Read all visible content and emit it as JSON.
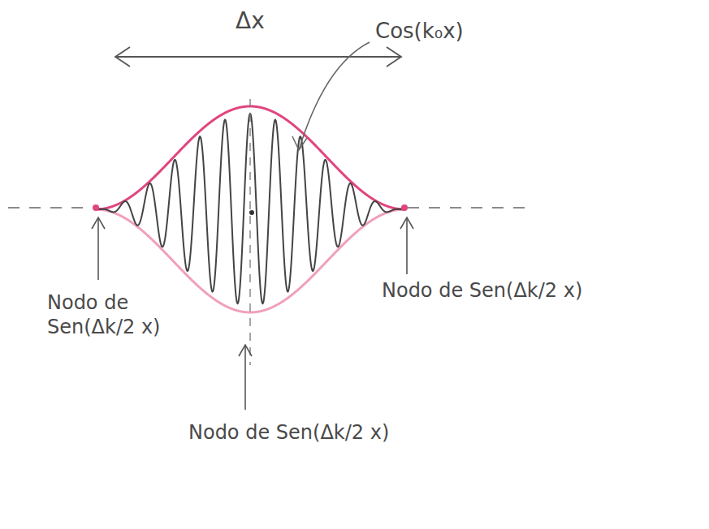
{
  "diagram": {
    "labels": [
      "Δx",
      "Cos(k₀x)",
      "Nodo de Sen(Δk/2 x)",
      "Nodo de Sen(Δk/2 x)",
      "Nodo de Sen(Δk/2 x)"
    ]
  }
}
